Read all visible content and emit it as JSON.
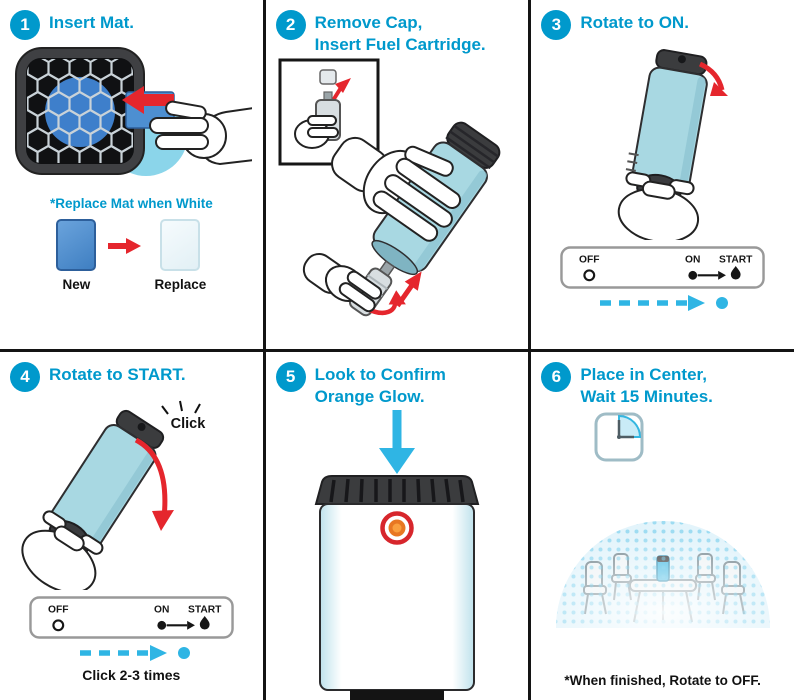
{
  "colors": {
    "accent": "#0099CC",
    "cyan": "#2FB5E4",
    "red": "#E5262D",
    "device": "#A8D8E2",
    "dark": "#3B3C3E",
    "orange": "#F58220",
    "mat_new": "#4D8FD1",
    "mat_replace": "#EDF6F9"
  },
  "dial": {
    "off": "OFF",
    "on": "ON",
    "start": "START"
  },
  "panels": [
    {
      "number": "1",
      "title_lines": [
        "Insert Mat."
      ],
      "note": "*Replace Mat when White",
      "new_label": "New",
      "replace_label": "Replace"
    },
    {
      "number": "2",
      "title_lines": [
        "Remove Cap,",
        "Insert Fuel Cartridge."
      ]
    },
    {
      "number": "3",
      "title_lines": [
        "Rotate to ON."
      ]
    },
    {
      "number": "4",
      "title_lines": [
        "Rotate to START."
      ],
      "click_label": "Click",
      "caption": "Click 2-3 times"
    },
    {
      "number": "5",
      "title_lines": [
        "Look to Confirm",
        "Orange Glow."
      ]
    },
    {
      "number": "6",
      "title_lines": [
        "Place in Center,",
        "Wait 15 Minutes."
      ],
      "note": "*When finished, Rotate to OFF."
    }
  ],
  "icons": {
    "flame-icon": "flame marking START position",
    "timer-icon": "15-minute timer clock",
    "arrow-left-icon": "mat insert direction",
    "rotate-arrow-icon": "rotation direction",
    "dashed-arrow-icon": "dial travel from OFF to ON/START",
    "down-arrow-icon": "look here pointer",
    "click-burst-icon": "click spark lines"
  }
}
